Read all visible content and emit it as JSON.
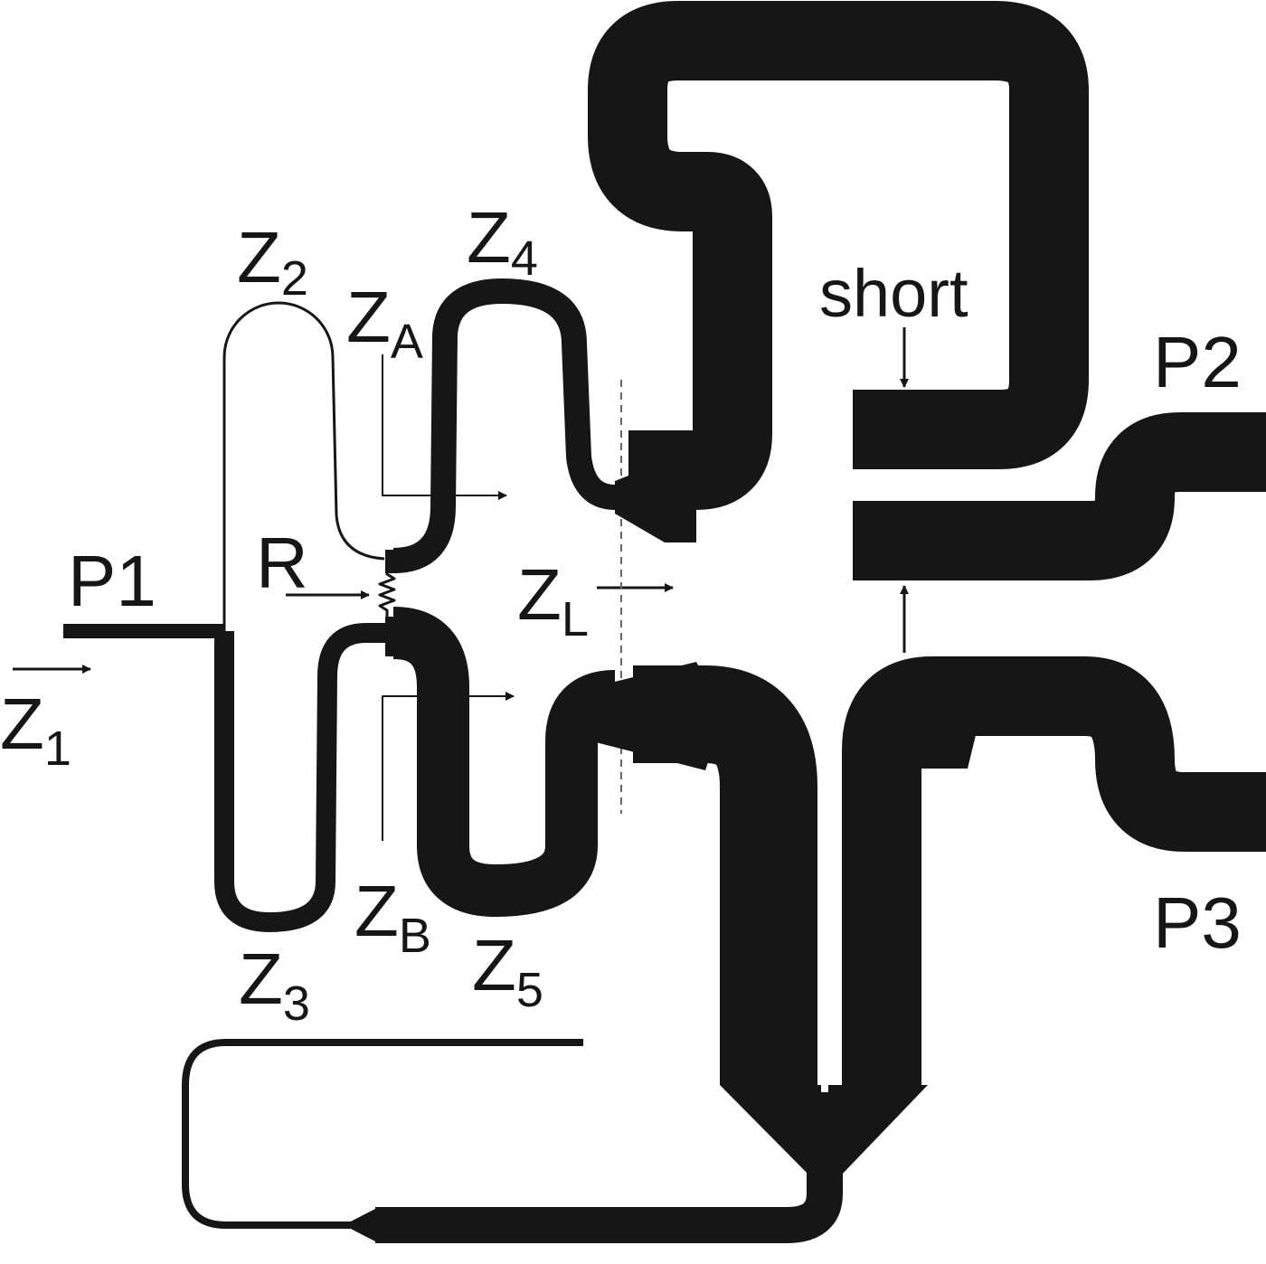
{
  "colors": {
    "trace": "#161616",
    "background": "#ffffff",
    "dashed_line": "#666666"
  },
  "labels": {
    "P1": "P1",
    "P2": "P2",
    "P3": "P3",
    "Z1": {
      "main": "Z",
      "sub": "1"
    },
    "Z2": {
      "main": "Z",
      "sub": "2"
    },
    "Z3": {
      "main": "Z",
      "sub": "3"
    },
    "Z4": {
      "main": "Z",
      "sub": "4"
    },
    "Z5": {
      "main": "Z",
      "sub": "5"
    },
    "ZA": {
      "main": "Z",
      "sub": "A"
    },
    "ZB": {
      "main": "Z",
      "sub": "B"
    },
    "ZL": {
      "main": "Z",
      "sub": "L"
    },
    "R": "R",
    "short": "short"
  }
}
